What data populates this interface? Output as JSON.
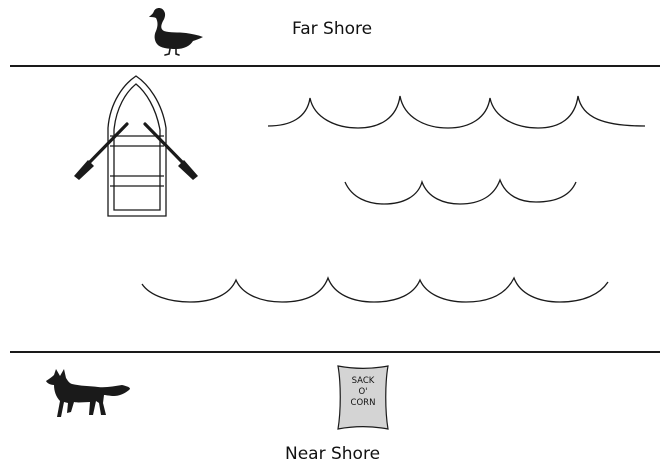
{
  "shores": {
    "far": "Far Shore",
    "near": "Near Shore"
  },
  "items": {
    "sack_label": "SACK\nO'\nCORN"
  },
  "icons": {
    "duck": "duck-icon",
    "fox": "fox-icon",
    "boat": "rowboat-icon",
    "sack": "sack-of-corn-icon"
  },
  "colors": {
    "ink": "#1a1a1a",
    "sack_fill": "#d4d4d4",
    "background": "#ffffff"
  }
}
